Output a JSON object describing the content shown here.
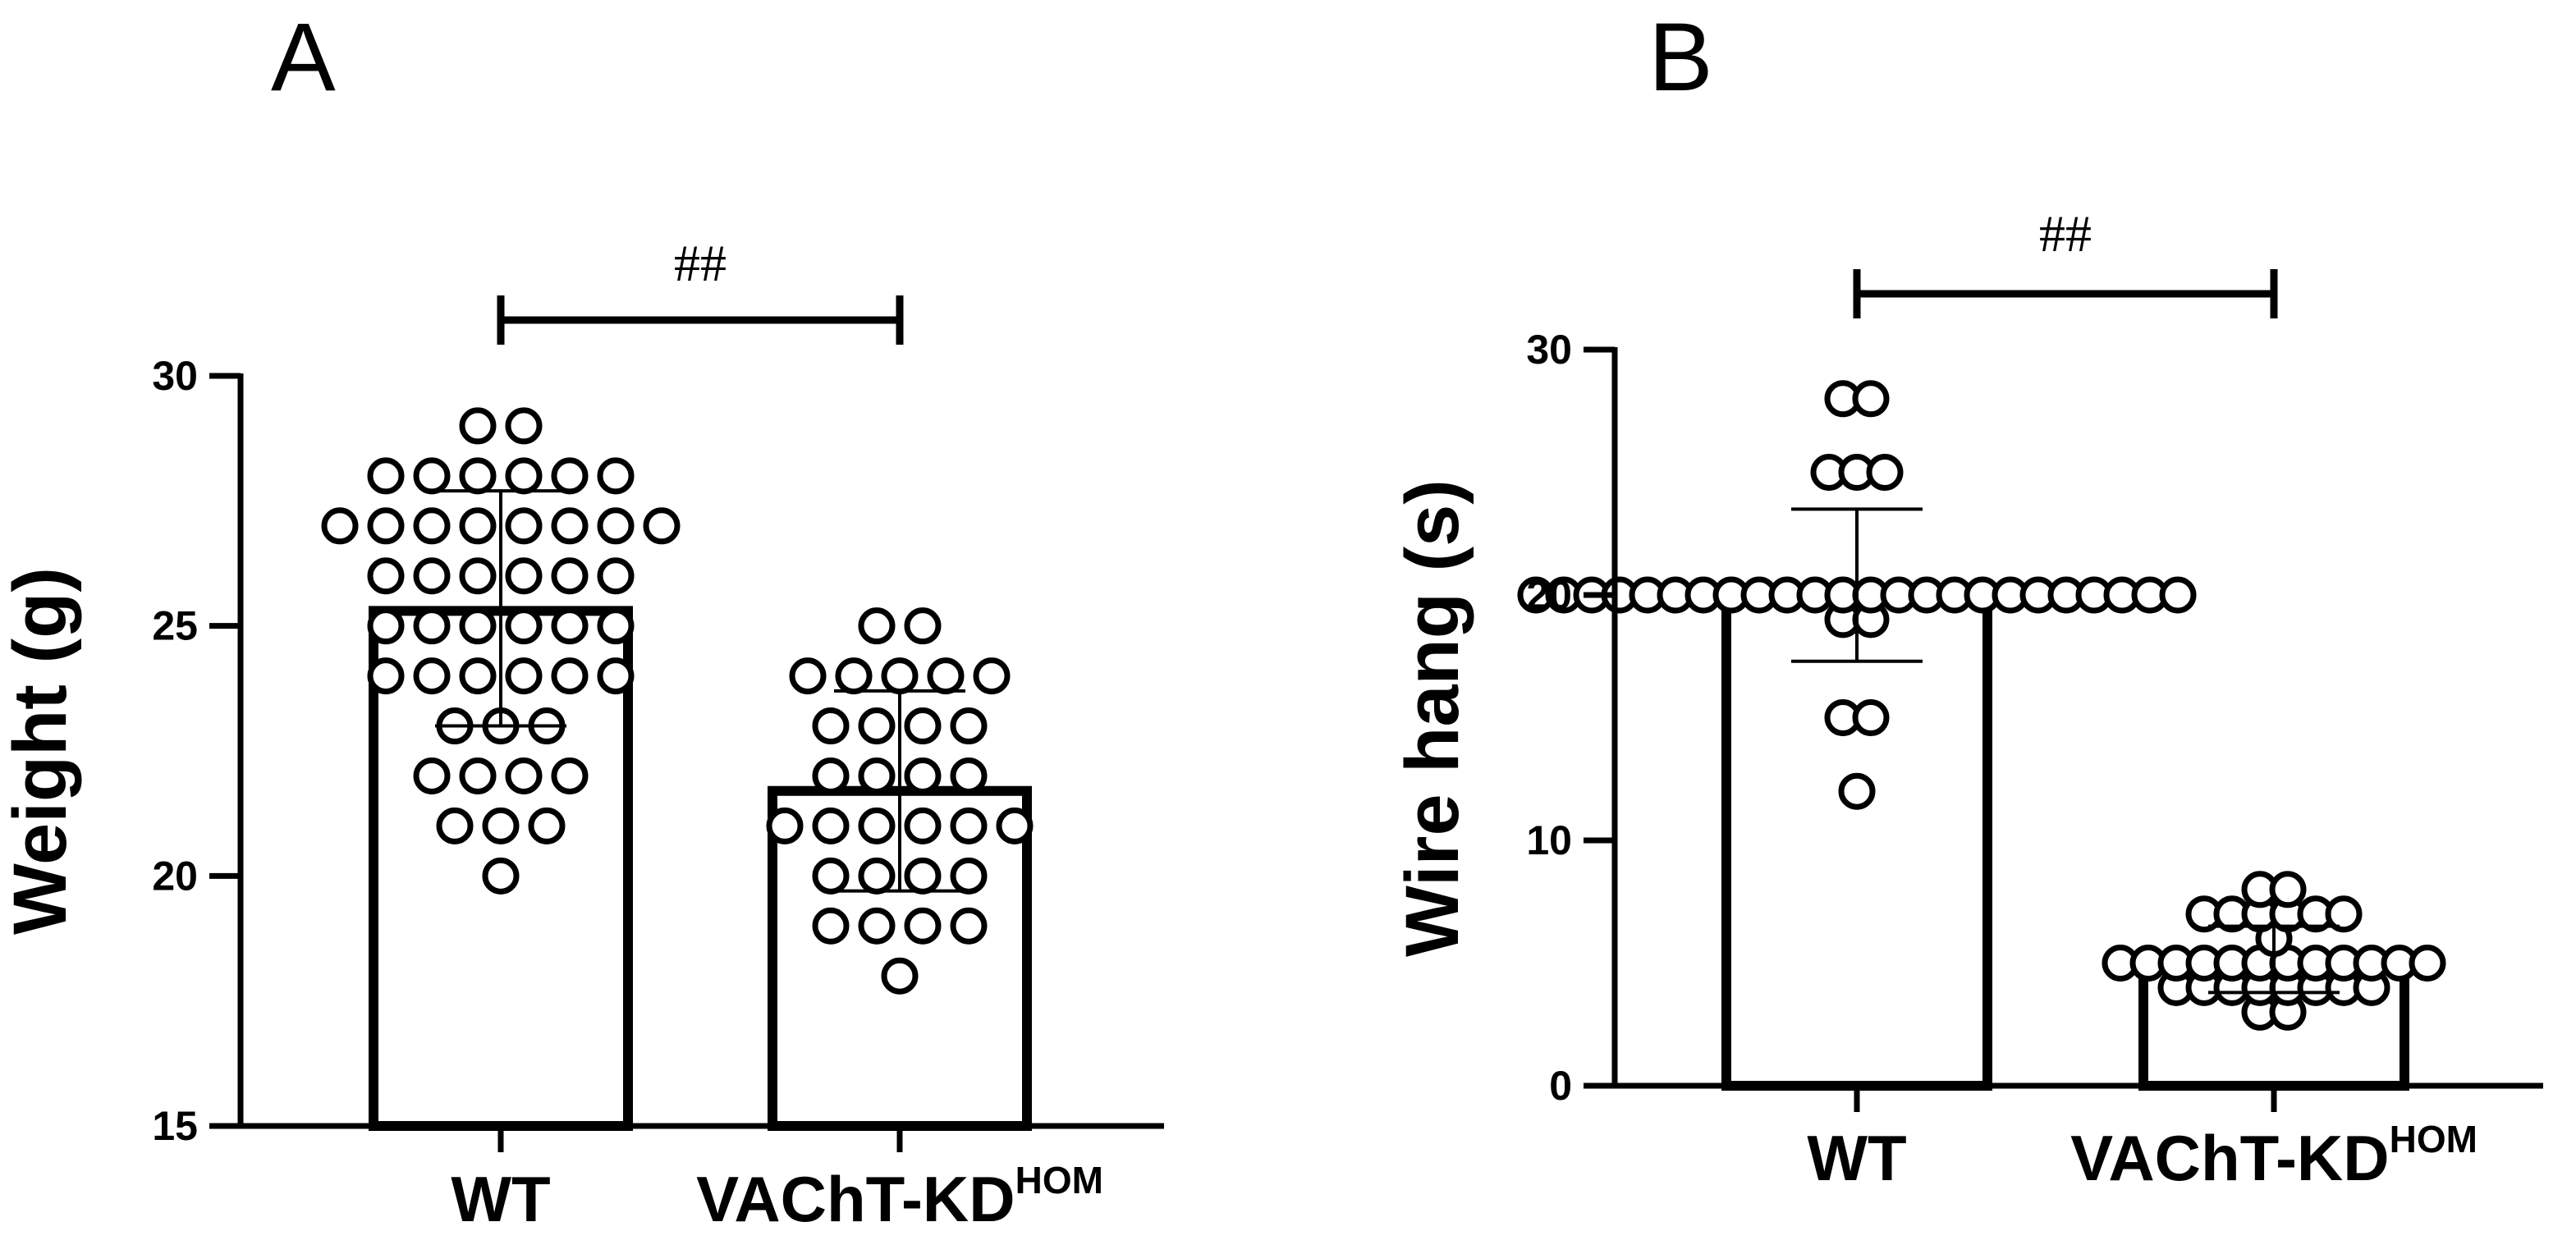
{
  "chart_data": [
    {
      "type": "bar",
      "panel_label": "A",
      "categories": [
        {
          "main": "WT",
          "sup": ""
        },
        {
          "main": "VAChT-KD",
          "sup": "HOM"
        }
      ],
      "ylabel": "Weight (g)",
      "ylim": [
        15,
        30
      ],
      "yticks": [
        15,
        20,
        25,
        30
      ],
      "bars": [
        {
          "mean": 25.3,
          "sd_low": 23.0,
          "sd_high": 27.7
        },
        {
          "mean": 21.7,
          "sd_low": 19.7,
          "sd_high": 23.7
        }
      ],
      "points": [
        [
          29,
          29,
          28,
          28,
          28,
          28,
          28,
          28,
          27,
          27,
          27,
          27,
          27,
          27,
          27,
          27,
          26,
          26,
          26,
          26,
          26,
          26,
          25,
          25,
          25,
          25,
          25,
          25,
          24,
          24,
          24,
          24,
          24,
          24,
          23,
          23,
          23,
          22,
          22,
          22,
          22,
          21,
          21,
          21,
          20
        ],
        [
          25,
          25,
          24,
          24,
          24,
          24,
          24,
          23,
          23,
          23,
          23,
          22,
          22,
          22,
          22,
          21,
          21,
          21,
          21,
          21,
          21,
          20,
          20,
          20,
          20,
          19,
          19,
          19,
          19,
          18
        ]
      ],
      "significance": "##"
    },
    {
      "type": "bar",
      "panel_label": "B",
      "categories": [
        {
          "main": "WT",
          "sup": ""
        },
        {
          "main": "VAChT-KD",
          "sup": "HOM"
        }
      ],
      "ylabel": "Wire hang (s)",
      "ylim": [
        0,
        30
      ],
      "yticks": [
        0,
        10,
        20,
        30
      ],
      "bars": [
        {
          "mean": 20.0,
          "sd_low": 17.3,
          "sd_high": 23.5
        },
        {
          "mean": 5.0,
          "sd_low": 3.8,
          "sd_high": 6.5
        }
      ],
      "points": [
        [
          28,
          28,
          25,
          25,
          25,
          20,
          20,
          20,
          20,
          20,
          20,
          20,
          20,
          20,
          20,
          20,
          20,
          20,
          20,
          20,
          20,
          20,
          20,
          20,
          20,
          20,
          20,
          20,
          20,
          19,
          19,
          15,
          15,
          12
        ],
        [
          8,
          8,
          7,
          7,
          7,
          7,
          7,
          7,
          6,
          5,
          5,
          5,
          5,
          5,
          5,
          5,
          5,
          5,
          5,
          5,
          5,
          4,
          4,
          4,
          4,
          4,
          4,
          4,
          4,
          3,
          3
        ]
      ],
      "significance": "##"
    }
  ]
}
